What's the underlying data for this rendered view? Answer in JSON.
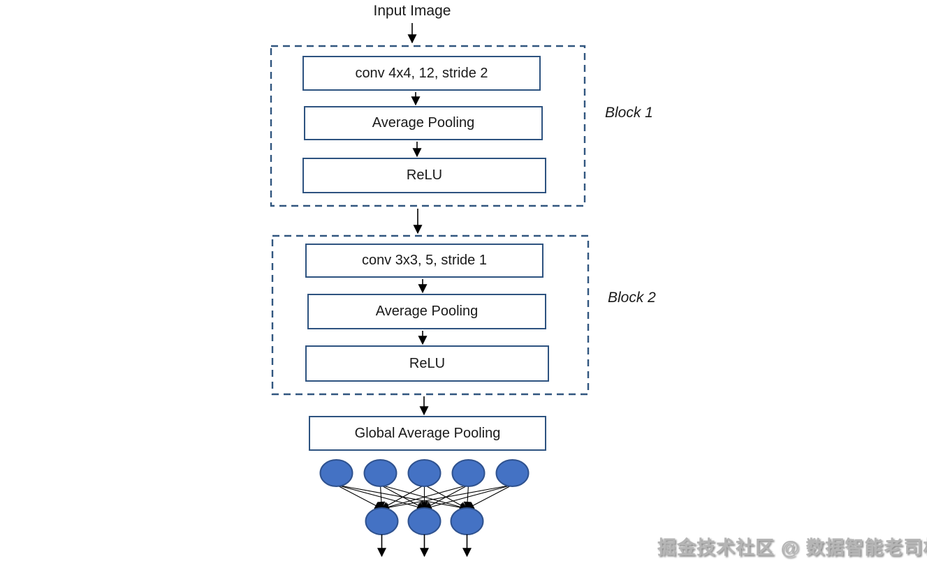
{
  "diagram": {
    "input_label": "Input Image",
    "blocks": [
      {
        "label": "Block 1",
        "layers": [
          "conv 4x4, 12, stride 2",
          "Average Pooling",
          "ReLU"
        ]
      },
      {
        "label": "Block 2",
        "layers": [
          "conv 3x3, 5, stride 1",
          "Average Pooling",
          "ReLU"
        ]
      }
    ],
    "gap_label": "Global Average Pooling",
    "fc_layer": {
      "top_nodes": 5,
      "bottom_nodes": 3
    },
    "colors": {
      "node_fill": "#4472c4",
      "node_stroke": "#2f528f",
      "box_stroke": "#2e5380",
      "dash_stroke": "#31567f",
      "arrow": "#000000"
    },
    "watermark": "掘金技术社区 @ 数据智能老司机"
  }
}
